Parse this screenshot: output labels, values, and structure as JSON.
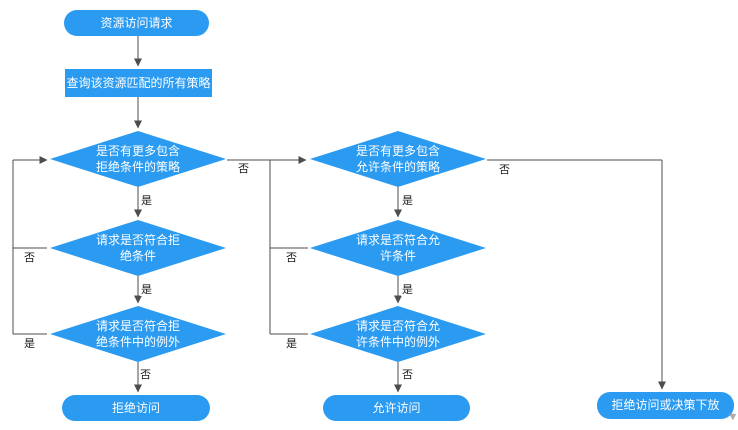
{
  "colors": {
    "canvas_bg": "#ffffff",
    "shape_fill": "#2b9bf2",
    "shape_text": "#ffffff",
    "line": "#4d4d4d",
    "edge_label_text": "#1a1a1a",
    "edge_label_bg": "#ffffff"
  },
  "nodes": {
    "start": {
      "type": "terminator",
      "label": "资源访问请求"
    },
    "query": {
      "type": "process",
      "label": "查询该资源匹配的所有策略"
    },
    "d1": {
      "type": "decision",
      "label": "是否有更多包含拒绝条件的策略"
    },
    "d2": {
      "type": "decision",
      "label": "请求是否符合拒绝条件"
    },
    "d3": {
      "type": "decision",
      "label": "请求是否符合拒绝条件中的例外"
    },
    "d4": {
      "type": "decision",
      "label": "是否有更多包含允许条件的策略"
    },
    "d5": {
      "type": "decision",
      "label": "请求是否符合允许条件"
    },
    "d6": {
      "type": "decision",
      "label": "请求是否符合允许条件中的例外"
    },
    "deny": {
      "type": "terminator",
      "label": "拒绝访问"
    },
    "allow": {
      "type": "terminator",
      "label": "允许访问"
    },
    "deny_or_delegate": {
      "type": "terminator",
      "label": "拒绝访问或决策下放"
    }
  },
  "edges": [
    {
      "id": "d1-down",
      "from": "d1",
      "to": "d2",
      "label": "是"
    },
    {
      "id": "d1-right",
      "from": "d1",
      "to": "d4",
      "label": "否"
    },
    {
      "id": "d2-down",
      "from": "d2",
      "to": "d3",
      "label": "是"
    },
    {
      "id": "d2-left",
      "from": "d2",
      "to": "d1",
      "label": "否"
    },
    {
      "id": "d3-down",
      "from": "d3",
      "to": "deny",
      "label": "否"
    },
    {
      "id": "d3-left",
      "from": "d3",
      "to": "d1",
      "label": "是"
    },
    {
      "id": "d4-down",
      "from": "d4",
      "to": "d5",
      "label": "是"
    },
    {
      "id": "d4-right",
      "from": "d4",
      "to": "deny_or_delegate",
      "label": "否"
    },
    {
      "id": "d5-down",
      "from": "d5",
      "to": "d6",
      "label": "是"
    },
    {
      "id": "d5-left",
      "from": "d5",
      "to": "d4",
      "label": "否"
    },
    {
      "id": "d6-down",
      "from": "d6",
      "to": "allow",
      "label": "否"
    },
    {
      "id": "d6-left",
      "from": "d6",
      "to": "d4",
      "label": "是"
    }
  ]
}
